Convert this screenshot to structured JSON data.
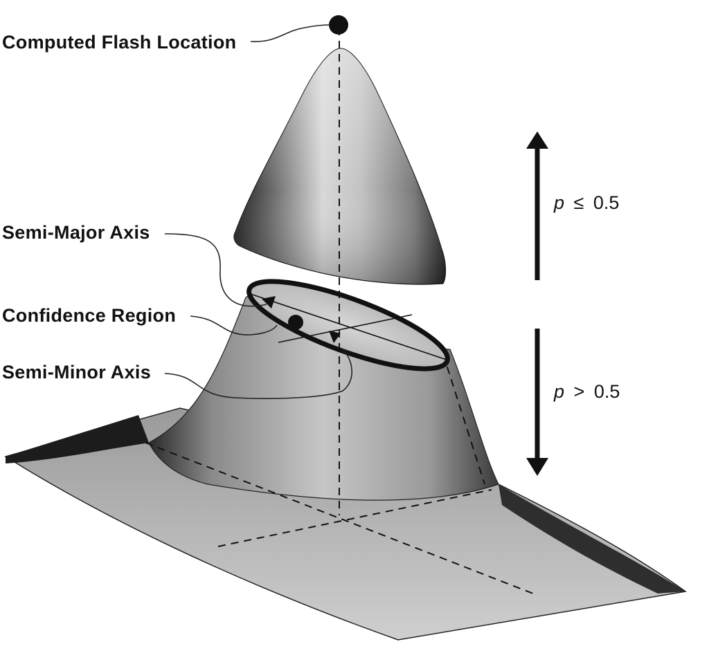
{
  "labels": {
    "flash": "Computed Flash Location",
    "semi_major": "Semi-Major Axis",
    "confidence": "Confidence Region",
    "semi_minor": "Semi-Minor Axis"
  },
  "arrows": {
    "upper": {
      "variable": "p",
      "relation": "≤",
      "value": "0.5"
    },
    "lower": {
      "variable": "p",
      "relation": ">",
      "value": "0.5"
    }
  }
}
